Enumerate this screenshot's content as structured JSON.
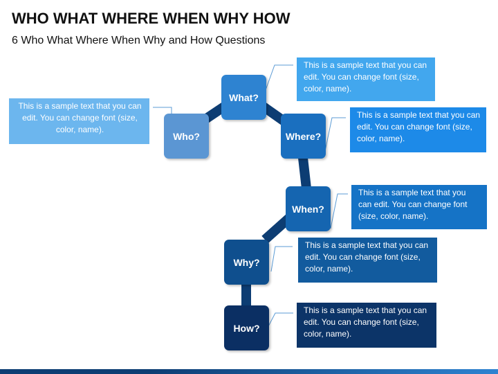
{
  "header": {
    "title": "WHO WHAT WHERE WHEN WHY HOW",
    "subtitle": "6 Who What Where When Why and How Questions"
  },
  "nodes": {
    "what": {
      "label": "What?",
      "color": "#2e83d1"
    },
    "who": {
      "label": "Who?",
      "color": "#5b96d3"
    },
    "where": {
      "label": "Where?",
      "color": "#1a6fbf"
    },
    "when": {
      "label": "When?",
      "color": "#1565b0"
    },
    "why": {
      "label": "Why?",
      "color": "#0f4f8e"
    },
    "how": {
      "label": "How?",
      "color": "#0b2f63"
    }
  },
  "callouts": {
    "what": {
      "text": "This is a sample text that you can edit. You can change font (size, color, name).",
      "color": "#42a7ee"
    },
    "who": {
      "text": "This is a sample text that you can edit. You can change font (size, color, name).",
      "color": "#6cb6ee"
    },
    "where": {
      "text": "This is a sample text that you can edit. You can change font (size, color, name).",
      "color": "#1d8ae8"
    },
    "when": {
      "text": "This is a sample text that you can edit. You can change font (size, color, name).",
      "color": "#1573c6"
    },
    "why": {
      "text": "This is a sample text that you can edit. You can change font (size, color, name).",
      "color": "#125b9e"
    },
    "how": {
      "text": "This is a sample text that you can edit. You can change font (size, color, name).",
      "color": "#0c3468"
    }
  },
  "colors": {
    "connector": "#0d3d73",
    "leader": "#5b9bd5",
    "bottom_bar": "#0d3d73"
  }
}
